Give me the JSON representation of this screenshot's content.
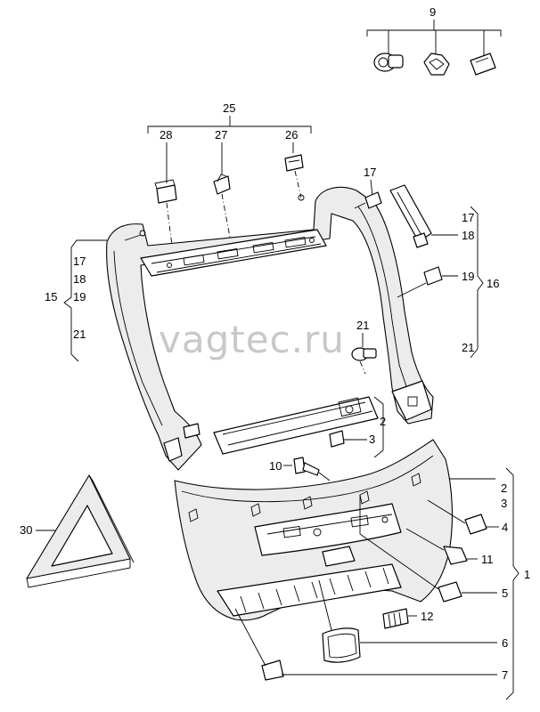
{
  "watermark": "vagtec.ru",
  "labels": {
    "l9": "9",
    "l25": "25",
    "l28": "28",
    "l27": "27",
    "l26": "26",
    "l17_top": "17",
    "l17_right": "17",
    "l18_right": "18",
    "l19_right": "19",
    "l16": "16",
    "l21_right": "21",
    "l17_left": "17",
    "l18_left": "18",
    "l15": "15",
    "l19_left": "19",
    "l21_left": "21",
    "l21_center": "21",
    "l2_center": "2",
    "l3_center": "3",
    "l10": "10",
    "l2_right": "2",
    "l3_right": "3",
    "l4": "4",
    "l11": "11",
    "l1": "1",
    "l5": "5",
    "l12": "12",
    "l6": "6",
    "l7": "7",
    "l30": "30"
  }
}
